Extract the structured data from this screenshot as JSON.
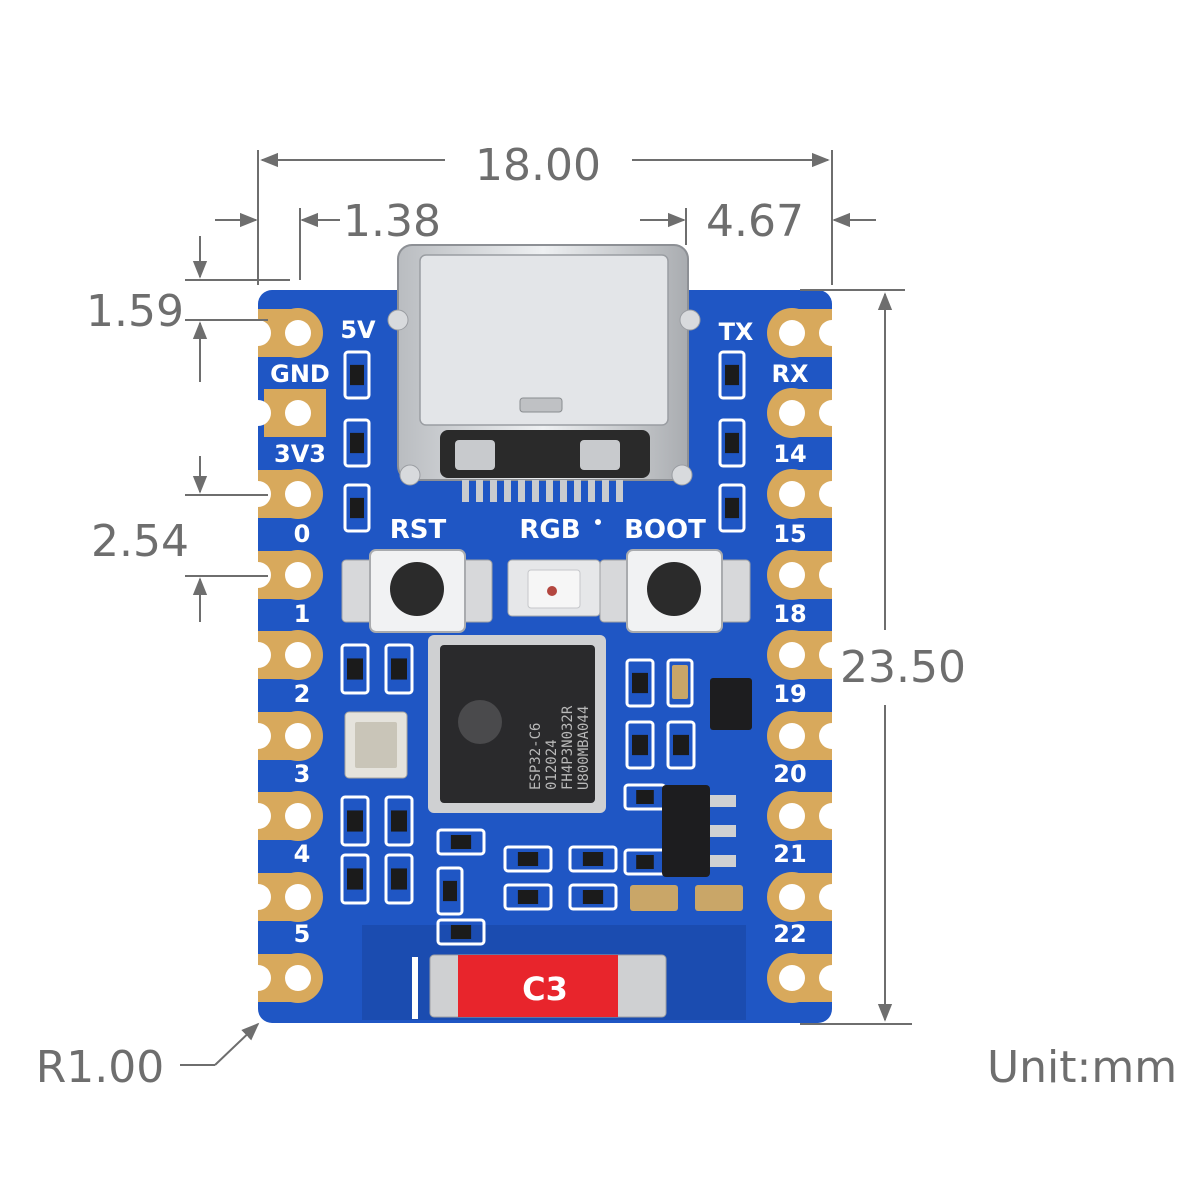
{
  "dimensions": {
    "width": "18.00",
    "left_offset": "1.38",
    "right_offset": "4.67",
    "top_offset": "1.59",
    "pin_pitch": "2.54",
    "height": "23.50",
    "corner_radius": "R1.00",
    "unit": "Unit:mm"
  },
  "board": {
    "left_pins": [
      "5V",
      "GND",
      "3V3",
      "0",
      "1",
      "2",
      "3",
      "4",
      "5"
    ],
    "right_pins": [
      "TX",
      "RX",
      "14",
      "15",
      "18",
      "19",
      "20",
      "21",
      "22"
    ],
    "button_labels": {
      "reset": "RST",
      "led": "RGB",
      "boot": "BOOT"
    },
    "chip_lines": [
      "ESP32-C6",
      "012024",
      "FH4P3N032R",
      "U800MBA044"
    ],
    "antenna_label": "C3"
  },
  "colors": {
    "pcb": "#1f56c4",
    "pad": "#d8a95c",
    "silkscreen": "#ffffff",
    "dimension": "#6e6e6e",
    "antenna": "#e8252c"
  }
}
